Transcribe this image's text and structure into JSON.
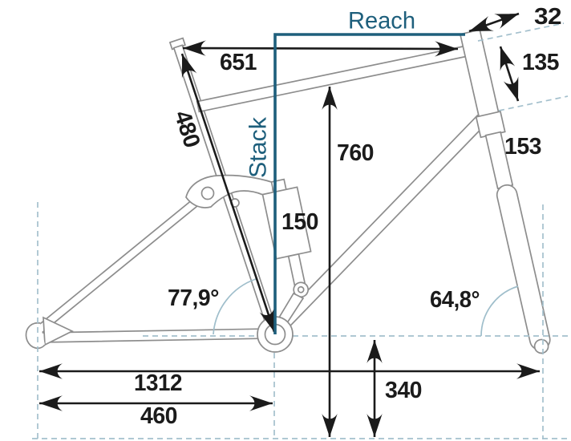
{
  "frame_geometry_diagram": {
    "reach_label": "Reach",
    "stack_label": "Stack",
    "dimensions": {
      "head_tube_extension": "32",
      "effective_top_tube": "651",
      "head_tube_length": "135",
      "seat_tube_length": "480",
      "standover_height": "760",
      "fork_length": "153",
      "shock_travel": "150",
      "seat_tube_angle": "77,9°",
      "head_tube_angle": "64,8°",
      "wheelbase": "1312",
      "chainstay_length": "460",
      "bb_height": "340"
    },
    "colors": {
      "accent_teal": "#1e5f7c",
      "dimension_black": "#1b1b1b",
      "frame_gray": "#8d8d8d",
      "guide_blue": "#a4c0cd"
    }
  }
}
